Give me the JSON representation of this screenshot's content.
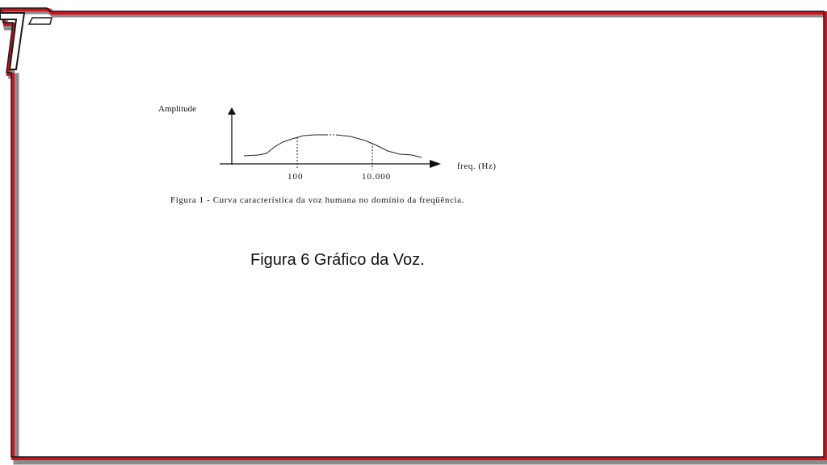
{
  "figure": {
    "y_axis_label": "Amplitude",
    "x_axis_label": "freq. (Hz)",
    "tick_labels": [
      "100",
      "10.000"
    ],
    "caption": "Figura 1 - Curva característica da voz  humana no domínio da freqüência."
  },
  "slide": {
    "caption": "Figura 6 Gráfico da Voz."
  },
  "colors": {
    "frame_red": "#d0121b",
    "frame_dark": "#1a1a1a",
    "frame_gray": "#8a8a8a"
  }
}
